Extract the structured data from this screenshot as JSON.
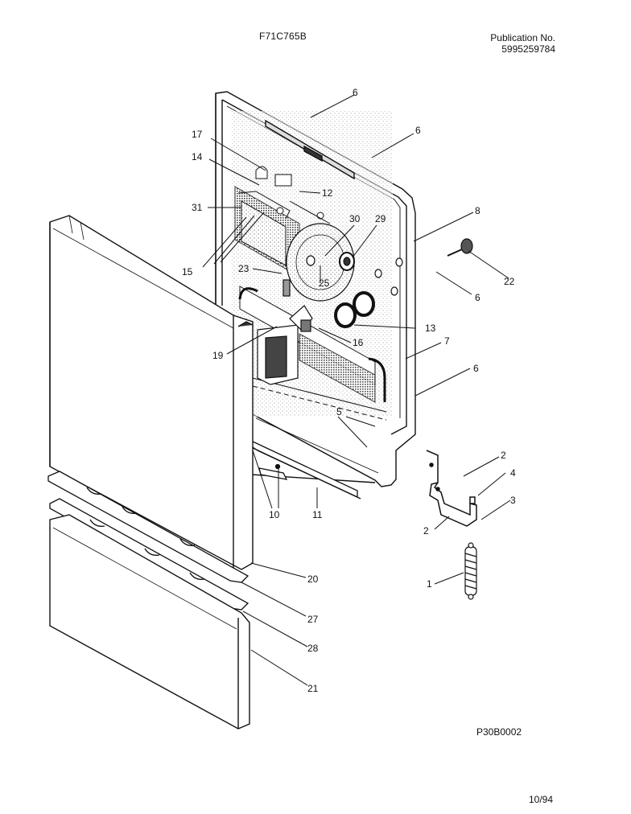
{
  "header": {
    "model": "F71C765B",
    "publication_label": "Publication No.",
    "publication_number": "5995259784"
  },
  "footer": {
    "diagram_code": "P30B0002",
    "date": "10/94"
  },
  "callouts": {
    "c6a": "6",
    "c6b": "6",
    "c17": "17",
    "c14": "14",
    "c12": "12",
    "c31": "31",
    "c30": "30",
    "c29": "29",
    "c8": "8",
    "c15": "15",
    "c23": "23",
    "c25": "25",
    "c22": "22",
    "c6c": "6",
    "c13": "13",
    "c19": "19",
    "c16": "16",
    "c7": "7",
    "c6d": "6",
    "c5": "5",
    "c2a": "2",
    "c4": "4",
    "c3": "3",
    "c2b": "2",
    "c10": "10",
    "c11": "11",
    "c1": "1",
    "c20": "20",
    "c27": "27",
    "c28": "28",
    "c21": "21"
  }
}
